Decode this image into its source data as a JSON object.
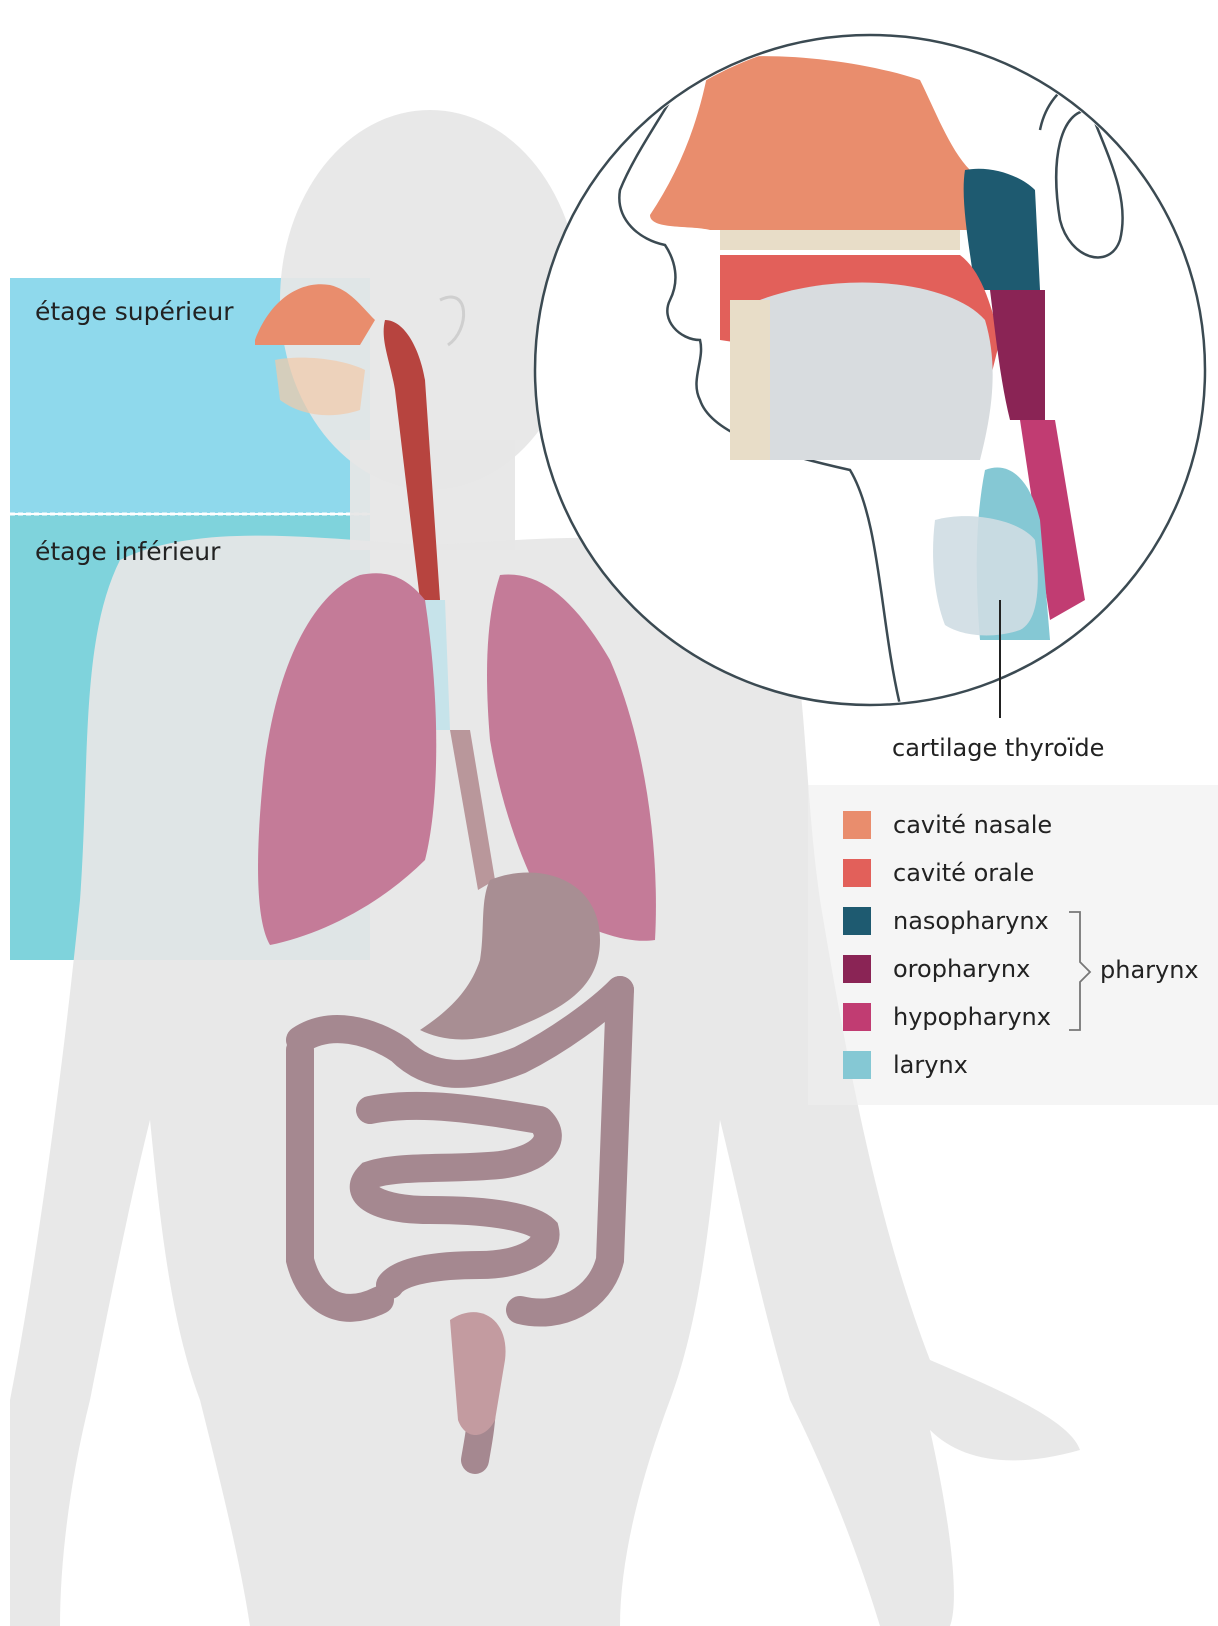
{
  "zones": {
    "upper": "étage supérieur",
    "lower": "étage inférieur"
  },
  "callout": {
    "thyroid_cartilage": "cartilage thyroïde"
  },
  "legend": {
    "items": [
      {
        "label": "cavité nasale",
        "color": "#e98d6d"
      },
      {
        "label": "cavité orale",
        "color": "#e2605a"
      },
      {
        "label": "nasopharynx",
        "color": "#1e5a70"
      },
      {
        "label": "oropharynx",
        "color": "#8a2455"
      },
      {
        "label": "hypopharynx",
        "color": "#c13c72"
      },
      {
        "label": "larynx",
        "color": "#85c8d4"
      }
    ],
    "group_label": "pharynx"
  },
  "colors": {
    "upper_zone": "#8fd9ec",
    "lower_zone": "#7fd3dc",
    "body": "#e8e8e8",
    "lung": "#c47b98",
    "intestine": "#a58890",
    "airway": "#b7443f"
  }
}
